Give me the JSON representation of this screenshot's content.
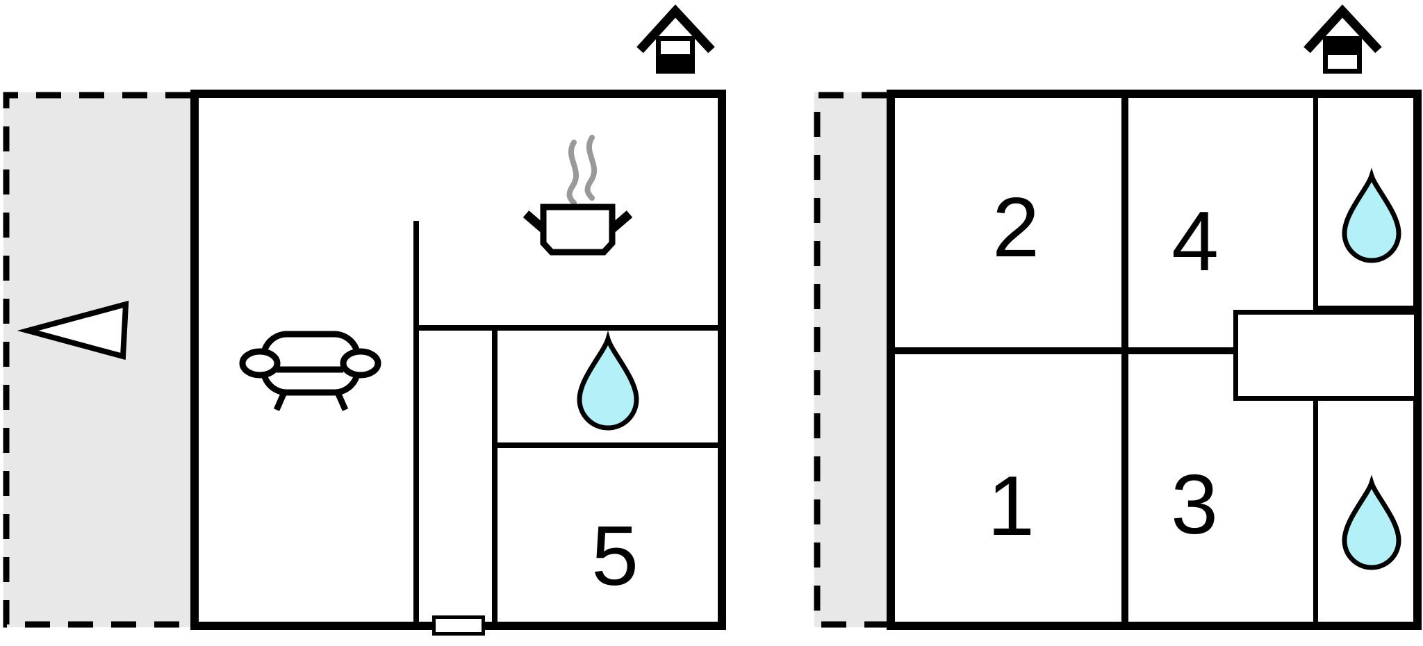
{
  "colors": {
    "wall": "#000000",
    "background": "#ffffff",
    "terrace_fill": "#e8e8e8",
    "water_drop_fill": "#b3f0f7",
    "water_drop_stroke": "#000000",
    "steam": "#999999"
  },
  "plans": [
    {
      "name": "ground-floor",
      "house_icon": "house-ground-floor-icon",
      "house_icon_state": "bottom-half-filled",
      "rooms": [
        {
          "number": "5"
        }
      ],
      "icons": [
        "entrance-arrow-icon",
        "sofa-icon",
        "cooking-pot-icon",
        "steam-icon",
        "water-drop-icon",
        "entrance-door",
        "house-ground-floor-icon"
      ]
    },
    {
      "name": "upper-floor",
      "house_icon": "house-upper-floor-icon",
      "house_icon_state": "top-half-filled",
      "rooms": [
        {
          "number": "2"
        },
        {
          "number": "4"
        },
        {
          "number": "1"
        },
        {
          "number": "3"
        }
      ],
      "icons": [
        "water-drop-icon",
        "water-drop-icon",
        "stair-landing",
        "house-upper-floor-icon"
      ]
    }
  ]
}
